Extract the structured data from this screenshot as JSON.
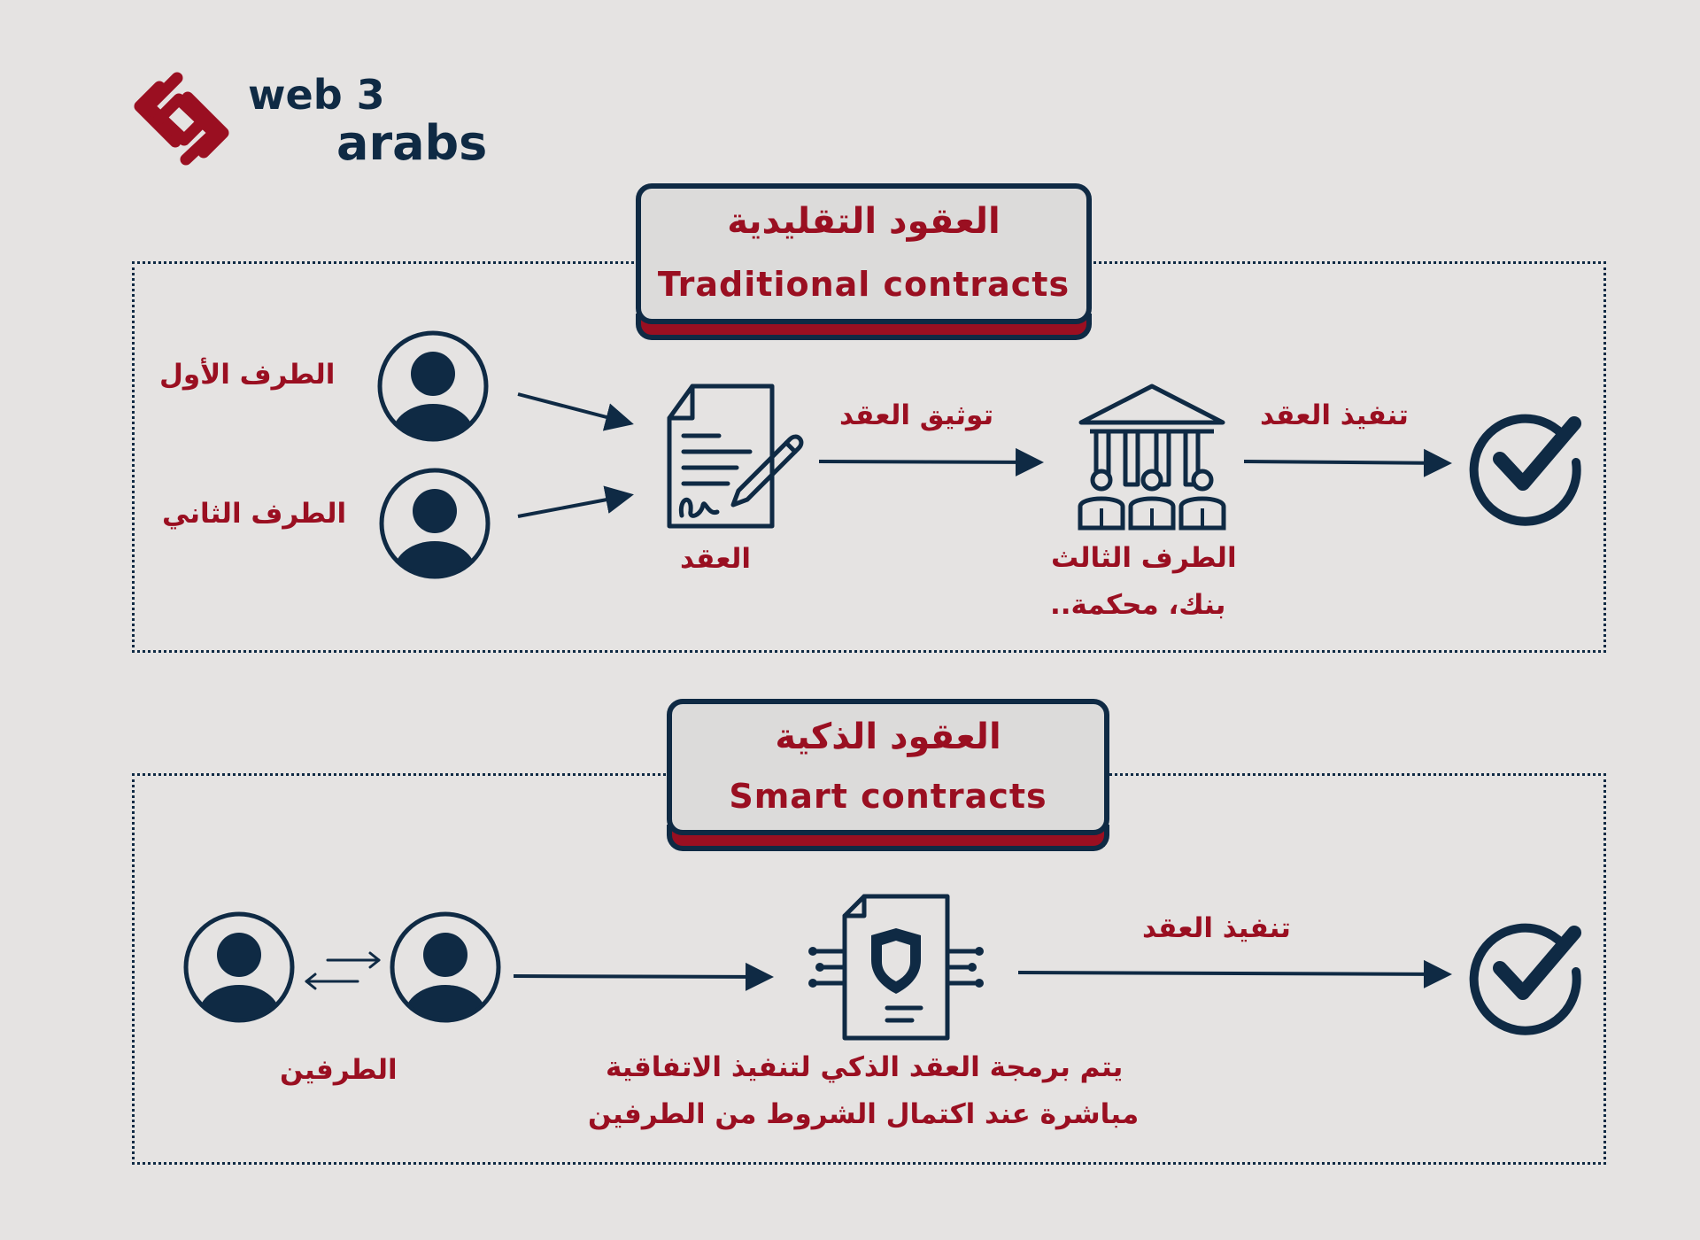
{
  "logo": {
    "top_text": "web 3",
    "bottom_text": "arabs"
  },
  "traditional": {
    "title_ar": "العقود التقليدية",
    "title_en": "Traditional contracts",
    "party_one": "الطرف الأول",
    "party_two": "الطرف الثاني",
    "contract_label": "العقد",
    "notarize_label": "توثيق العقد",
    "third_party_label": "الطرف الثالث",
    "third_party_examples": "بنك، محكمة..",
    "execute_label": "تنفيذ العقد"
  },
  "smart": {
    "title_ar": "العقود الذكية",
    "title_en": "Smart contracts",
    "parties_label": "الطرفين",
    "execute_label": "تنفيذ العقد",
    "description_line1": "يتم برمجة العقد الذكي لتنفيذ الاتفاقية",
    "description_line2": "مباشرة عند اكتمال الشروط من الطرفين"
  },
  "colors": {
    "accent": "#9a0f21",
    "navy": "#0f2a44",
    "background": "#e5e3e2"
  },
  "icons": [
    "user-icon",
    "contract-icon",
    "bank-icon",
    "checkmark-icon",
    "smart-contract-icon",
    "exchange-arrows-icon"
  ]
}
